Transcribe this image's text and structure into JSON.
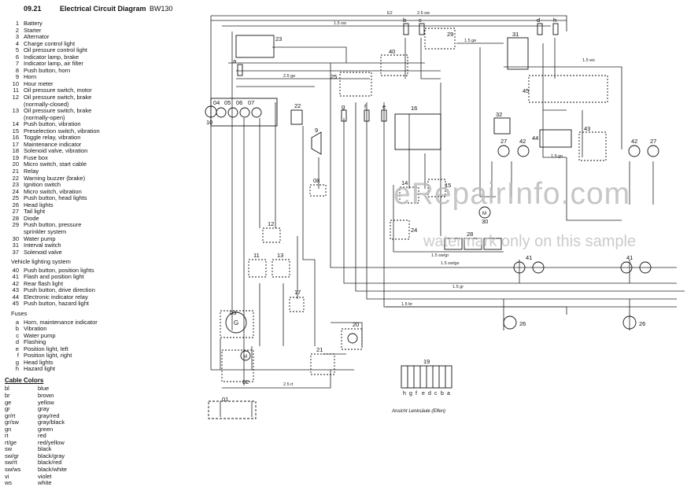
{
  "header": {
    "page": "09.21",
    "title": "Electrical Circuit Diagram",
    "model": "BW130"
  },
  "components": [
    {
      "num": "1",
      "label": "Battery"
    },
    {
      "num": "2",
      "label": "Starter"
    },
    {
      "num": "3",
      "label": "Alternator"
    },
    {
      "num": "4",
      "label": "Charge control light"
    },
    {
      "num": "5",
      "label": "Oil pressure control light"
    },
    {
      "num": "6",
      "label": "Indicator lamp, brake"
    },
    {
      "num": "7",
      "label": "Indicator lamp, air filter"
    },
    {
      "num": "8",
      "label": "Push button, horn"
    },
    {
      "num": "9",
      "label": "Horn"
    },
    {
      "num": "10",
      "label": "Hour meter"
    },
    {
      "num": "11",
      "label": "Oil pressure switch, motor"
    },
    {
      "num": "12",
      "label": "Oil pressure switch, brake"
    },
    {
      "num": "",
      "label": "(normally-closed)"
    },
    {
      "num": "13",
      "label": "Oil pressure switch, brake"
    },
    {
      "num": "",
      "label": "(normally-open)"
    },
    {
      "num": "14",
      "label": "Push button, vibration"
    },
    {
      "num": "15",
      "label": "Preselection switch, vibration"
    },
    {
      "num": "16",
      "label": "Toggle relay, vibration"
    },
    {
      "num": "17",
      "label": "Maintenance indicator"
    },
    {
      "num": "18",
      "label": "Solenoid valve, vibration"
    },
    {
      "num": "19",
      "label": "Fuse box"
    },
    {
      "num": "20",
      "label": "Micro switch, start cable"
    },
    {
      "num": "21",
      "label": "Relay"
    },
    {
      "num": "22",
      "label": "Warning buzzer (brake)"
    },
    {
      "num": "23",
      "label": "Ignition switch"
    },
    {
      "num": "24",
      "label": "Micro switch, vibration"
    },
    {
      "num": "25",
      "label": "Push button, head lights"
    },
    {
      "num": "26",
      "label": "Head lights"
    },
    {
      "num": "27",
      "label": "Tail light"
    },
    {
      "num": "28",
      "label": "Diode"
    },
    {
      "num": "29",
      "label": "Push button, pressure"
    },
    {
      "num": "",
      "label": "sprinkler system"
    },
    {
      "num": "30",
      "label": "Water pump"
    },
    {
      "num": "31",
      "label": "Interval switch"
    },
    {
      "num": "37",
      "label": "Solenoid valve"
    }
  ],
  "vehicle_lighting": {
    "heading": "Vehicle lighting system",
    "items": [
      {
        "num": "40",
        "label": "Push button, position lights"
      },
      {
        "num": "41",
        "label": "Flash and position light"
      },
      {
        "num": "42",
        "label": "Rear flash light"
      },
      {
        "num": "43",
        "label": "Push button, drive direction"
      },
      {
        "num": "44",
        "label": "Electronic indicator relay"
      },
      {
        "num": "45",
        "label": "Push button, hazard light"
      }
    ]
  },
  "fuses": {
    "heading": "Fuses",
    "items": [
      {
        "num": "a",
        "label": "Horn, maintenance indicator"
      },
      {
        "num": "b",
        "label": "Vibration"
      },
      {
        "num": "c",
        "label": "Water pump"
      },
      {
        "num": "d",
        "label": "Flashing"
      },
      {
        "num": "e",
        "label": "Position light, left"
      },
      {
        "num": "f",
        "label": "Position light, right"
      },
      {
        "num": "g",
        "label": "Head lights"
      },
      {
        "num": "h",
        "label": "Hazard light"
      }
    ]
  },
  "cable_colors": {
    "heading": "Cable Colors",
    "items": [
      {
        "code": "bl",
        "label": "blue"
      },
      {
        "code": "br",
        "label": "brown"
      },
      {
        "code": "ge",
        "label": "yellow"
      },
      {
        "code": "gr",
        "label": "gray"
      },
      {
        "code": "gr/rt",
        "label": "gray/red"
      },
      {
        "code": "gr/sw",
        "label": "gray/black"
      },
      {
        "code": "gn",
        "label": "green"
      },
      {
        "code": "rt",
        "label": "red"
      },
      {
        "code": "rt/ge",
        "label": "red/yellow"
      },
      {
        "code": "sw",
        "label": "black"
      },
      {
        "code": "sw/gr",
        "label": "black/gray"
      },
      {
        "code": "sw/rt",
        "label": "black/red"
      },
      {
        "code": "sw/ws",
        "label": "black/white"
      },
      {
        "code": "vi",
        "label": "violet"
      },
      {
        "code": "ws",
        "label": "white"
      }
    ]
  },
  "diagram_labels": {
    "n01": "01",
    "n02": "02",
    "n03": "03",
    "n04": "04",
    "n05": "05",
    "n06": "06",
    "n07": "07",
    "n9": "9",
    "n08": "08",
    "n10": "10",
    "n11": "11",
    "n12": "12",
    "n13": "13",
    "n14": "14",
    "n15": "15",
    "n16": "16",
    "n17": "17",
    "n19": "19",
    "n20": "20",
    "n21": "21",
    "n22": "22",
    "n23": "23",
    "n24": "24",
    "n25": "25",
    "n26a": "26",
    "n26b": "26",
    "n27a": "27",
    "n27b": "27",
    "n28": "28",
    "n29": "29",
    "n30": "30",
    "n31": "31",
    "n32": "32",
    "n40": "40",
    "n41a": "41",
    "n41b": "41",
    "n42a": "42",
    "n42b": "42",
    "n43": "43",
    "n44": "44",
    "n45": "45",
    "fa": "a",
    "fb": "b",
    "fc": "c",
    "fd": "d",
    "fe": "e",
    "ff": "f",
    "fg": "g",
    "fh": "h",
    "m_water_pump": "M",
    "g_alternator": "G",
    "m_starter": "M",
    "w_e2": "E2",
    "w_25sw": "2.5 sw",
    "w_15sw": "1.5 sw",
    "w_15ge": "1.5 ge",
    "w_25ge": "2.5 ge",
    "w_15gr": "1.5 gr",
    "w_15br": "1.5 br",
    "w_25rt": "2.5 rt",
    "w_15gn": "1.5 gn",
    "w_15ws": "1.5 ws",
    "w_15sw_ge": "1.5 sw/ge",
    "w_15sw_gr": "1.5 sw/gr"
  },
  "fuse_box": {
    "letters": [
      "h",
      "g",
      "f",
      "e",
      "d",
      "c",
      "b",
      "a"
    ]
  },
  "footer": {
    "note": "Ansicht Lenksäule (Elfen)"
  },
  "watermark": {
    "main": "eRepairInfo.com",
    "sub": "watermark only on this sample"
  }
}
